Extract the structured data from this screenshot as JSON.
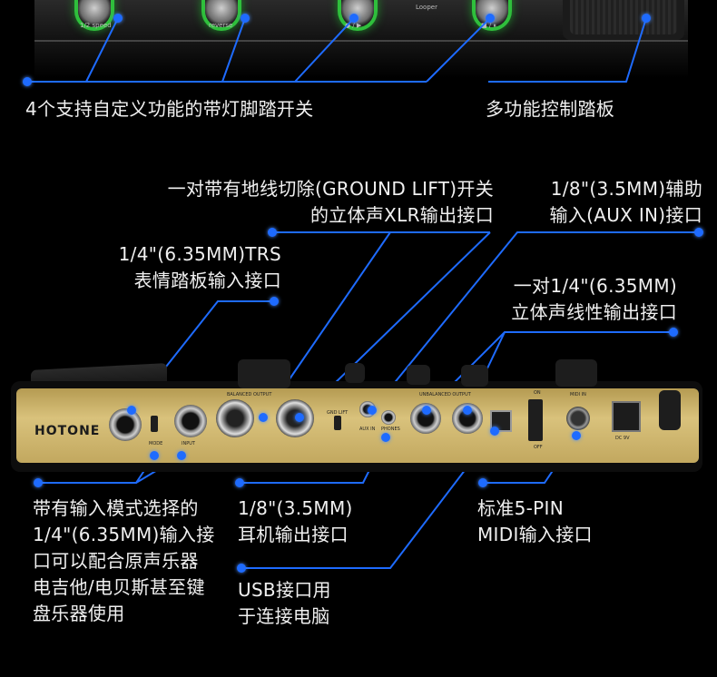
{
  "top_unit": {
    "switch_labels": [
      "1/2 speed",
      "reverse",
      "● / ▶",
      "■ / ⏸"
    ],
    "looper_label": "Looper"
  },
  "rear_panel": {
    "brand": "HOTONE",
    "labels": {
      "balanced_output": "BALANCED OUTPUT",
      "unbalanced_output": "UNBALANCED OUTPUT",
      "mode": "MODE",
      "input": "INPUT",
      "gnd_lift": "GND LIFT",
      "aux_in": "AUX IN",
      "phones": "PHONES",
      "midi_in": "MIDI IN",
      "on": "ON",
      "off": "OFF",
      "dc": "DC 9V"
    }
  },
  "callouts": {
    "footswitches": "4个支持自定义功能的带灯脚踏开关",
    "expression_pedal": "多功能控制踏板",
    "xlr_line1": "一对带有地线切除(GROUND LIFT)开关",
    "xlr_line2": "的立体声XLR输出接口",
    "aux_line1": "1/8\"(3.5MM)辅助",
    "aux_line2": "输入(AUX IN)接口",
    "trs_line1": "1/4\"(6.35MM)TRS",
    "trs_line2": "表情踏板输入接口",
    "line_out_line1": "一对1/4\"(6.35MM)",
    "line_out_line2": "立体声线性输出接口",
    "input_line1": "带有输入模式选择的",
    "input_line2": "1/4\"(6.35MM)输入接",
    "input_line3": "口可以配合原声乐器",
    "input_line4": "电吉他/电贝斯甚至键",
    "input_line5": "盘乐器使用",
    "phones_line1": "1/8\"(3.5MM)",
    "phones_line2": "耳机输出接口",
    "midi_line1": "标准5-PIN",
    "midi_line2": "MIDI输入接口",
    "usb_line1": "USB接口用",
    "usb_line2": "于连接电脑"
  },
  "colors": {
    "leader_line": "#1e6bff",
    "panel_gold": "#d9c27c",
    "led_green": "#2fbf3c"
  }
}
